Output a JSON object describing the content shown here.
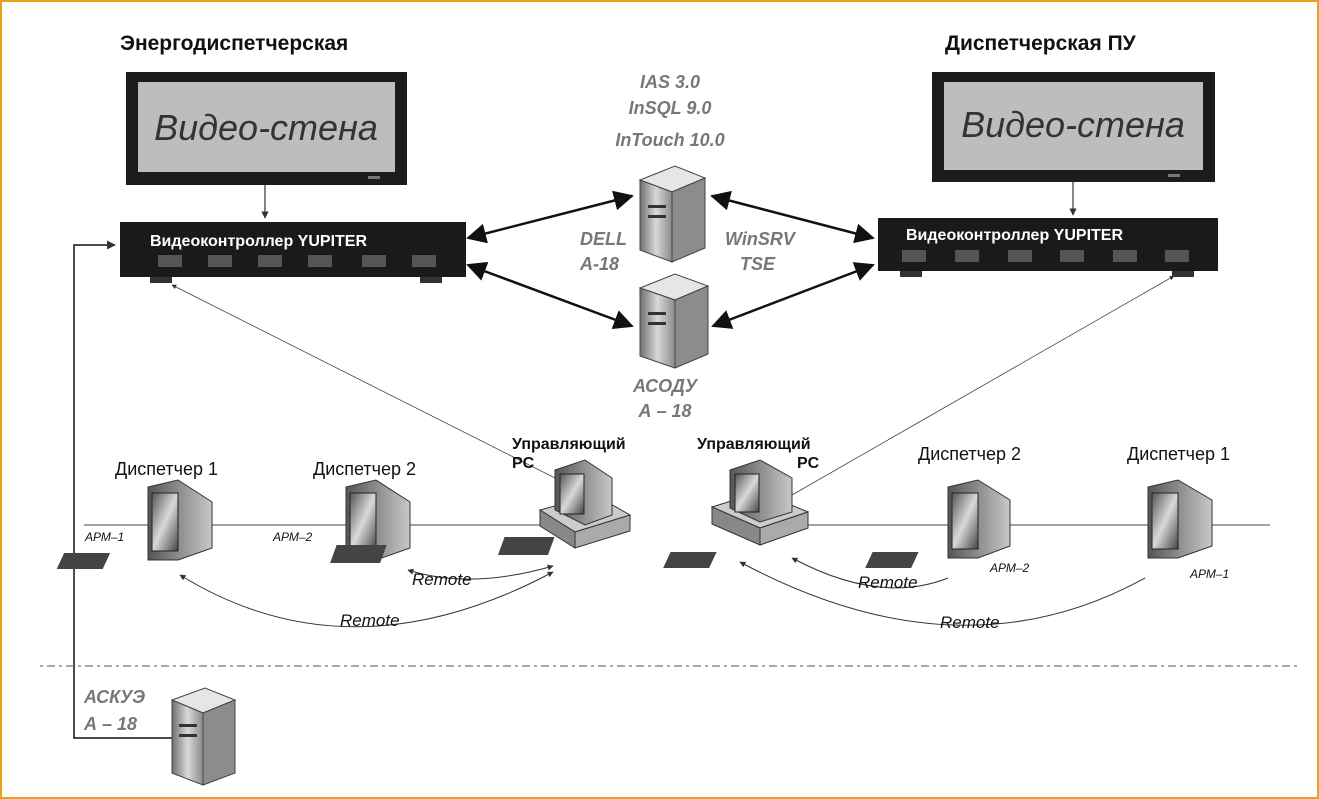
{
  "left": {
    "title": "Энергодиспетчерская",
    "videowall": "Видео-стена",
    "controller": "Видеоконтроллер YUPITER",
    "dispatcher1": "Диспетчер 1",
    "dispatcher2": "Диспетчер 2",
    "arm1": "АРМ–1",
    "arm2": "АРМ–2",
    "control_pc_line1": "Управляющий",
    "control_pc_line2": "PC",
    "remote1": "Remote",
    "remote2": "Remote"
  },
  "right": {
    "title": "Диспетчерская ПУ",
    "videowall": "Видео-стена",
    "controller": "Видеоконтроллер YUPITER",
    "dispatcher1": "Диспетчер 1",
    "dispatcher2": "Диспетчер 2",
    "arm1": "АРМ–1",
    "arm2": "АРМ–2",
    "control_pc_line1": "Управляющий",
    "control_pc_line2": "PC",
    "remote1": "Remote",
    "remote2": "Remote"
  },
  "center": {
    "software": [
      "IAS 3.0",
      "InSQL 9.0",
      "InTouch 10.0"
    ],
    "server1_left": [
      "DELL",
      "A-18"
    ],
    "server1_right": [
      "WinSRV",
      "TSE"
    ],
    "server2": [
      "АСОДУ",
      "А – 18"
    ]
  },
  "bottom": {
    "server": [
      "АСКУЭ",
      "А – 18"
    ]
  },
  "colors": {
    "border": "#e8a020",
    "monitor_screen": "#bdbdbd",
    "controller_body": "#1a1a1a"
  }
}
